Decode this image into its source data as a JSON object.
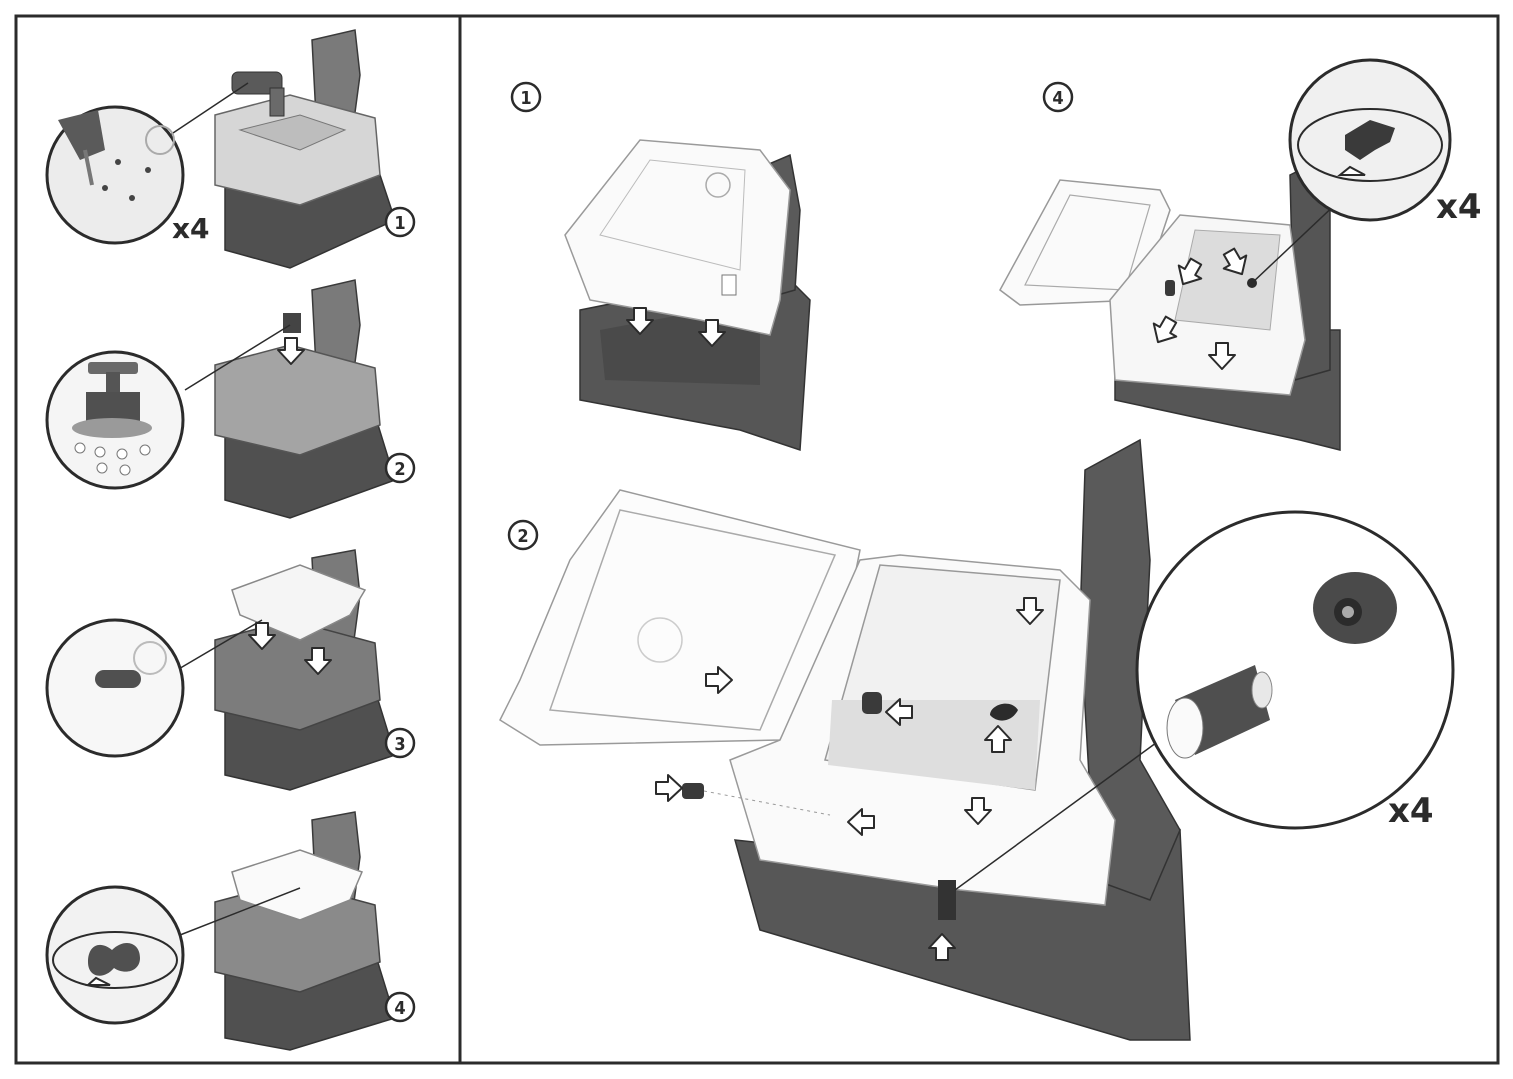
{
  "colors": {
    "frame": "#2b2b2b",
    "dark_part": "#4f4f4f",
    "mid_part": "#8c8c8c",
    "light_part": "#d4d4d4",
    "ghost_line": "#9a9a9a"
  },
  "left_panel": {
    "steps": [
      {
        "number": "1",
        "multiplier": "x4",
        "detail_icon": "drill-icon"
      },
      {
        "number": "2",
        "multiplier": "",
        "detail_icon": "mounting-bracket-icon"
      },
      {
        "number": "3",
        "multiplier": "",
        "detail_icon": "lock-latch-icon"
      },
      {
        "number": "4",
        "multiplier": "",
        "detail_icon": "rotate-knob-icon"
      }
    ]
  },
  "right_panel": {
    "step1": {
      "number": "1"
    },
    "step4": {
      "number": "4",
      "multiplier": "x4",
      "detail_icon": "rotate-knob-icon"
    },
    "step2": {
      "number": "2",
      "multiplier": "x4",
      "detail_icon": "knob-and-spacer-icon"
    }
  }
}
